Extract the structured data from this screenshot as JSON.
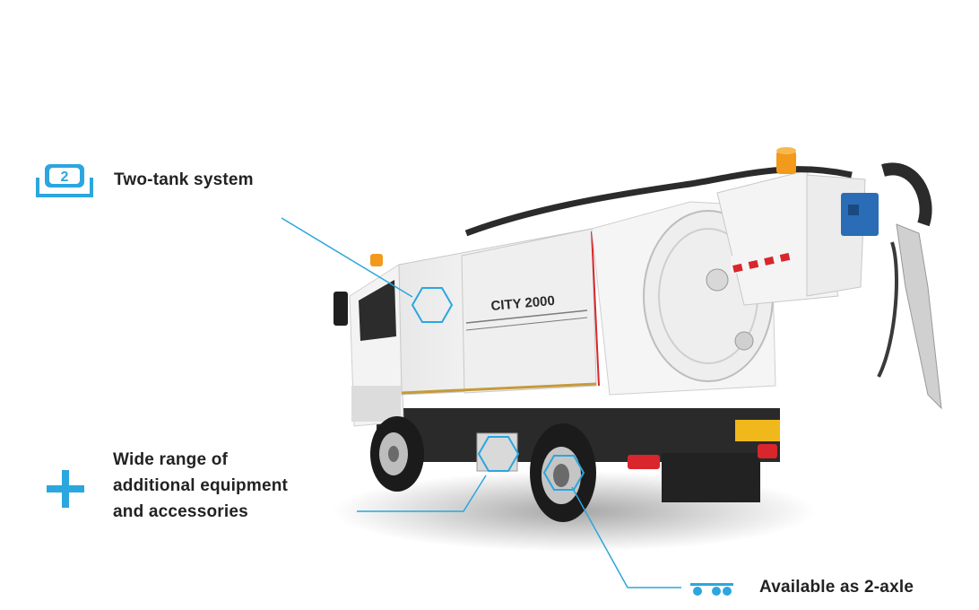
{
  "features": {
    "two_tank": {
      "label": "Two-tank system",
      "icon": "two-tank-icon",
      "icon_number": "2"
    },
    "equipment": {
      "label_lines": [
        "Wide range of",
        "additional equipment",
        "and accessories"
      ],
      "icon": "plus-icon"
    },
    "axle": {
      "label": "Available as 2-axle",
      "icon": "axle-icon"
    }
  },
  "truck": {
    "model_badge": "CITY 2000"
  },
  "colors": {
    "accent": "#2ba6de",
    "truck_body": "#f1f1f1",
    "cab": "#f6f6f6",
    "tire": "#1b1b1b",
    "mudflap": "#222222",
    "tail_light": "#d8262c",
    "beacon": "#f29a1b",
    "hose": "#2b2b2b",
    "gold_trim": "#c69a3a",
    "blue_box": "#2a6db6",
    "label_text": "#222222"
  }
}
